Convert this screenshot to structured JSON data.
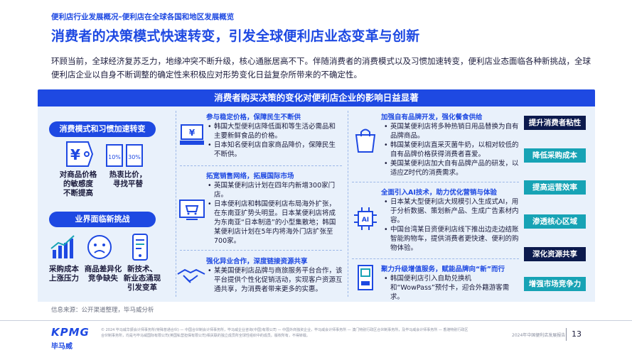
{
  "breadcrumb": "便利店行业发展概况–便利店在全球各国和地区发展概览",
  "title": "消费者的决策模式快速转变，引发全球便利店业态变革与创新",
  "intro": "环顾当前，全球经济复苏乏力，地缘冲突不断升级，核心通胀居高不下。伴随消费者的消费模式以及习惯加速转变，便利店业态面临各种新挑战，全球便利店企业以自身不断调整的确定性来积极应对形势变化日益复杂所带来的不确定性。",
  "panel_title": "消费者购买决策的变化对便利店企业的影响日益显著",
  "left": {
    "pill1": "消费模式和习惯加速转变",
    "pill2": "业界面临新挑战",
    "icon_labels_1": [
      "对商品价格\n的敏感度\n不断提高",
      "热衷比价，\n寻找平替"
    ],
    "icon_labels_2": [
      "采购成本\n上涨压力",
      "商品差异化\n竞争缺失",
      "新技术、\n新业态涌现\n引发变革"
    ],
    "price_tags": [
      "10%",
      "30%"
    ]
  },
  "middle": [
    {
      "title": "参与稳定价格，保障民生不断供",
      "bullets": [
        "韩国大型便利店降低面和等生活必需品和主要新鲜食品的价格。",
        "日本知名便利店自家商品降价，保障民生不断供。"
      ]
    },
    {
      "title": "拓宽销售网络，拓展国际市场",
      "bullets": [
        "英国某便利店计划在四年内新增300家门店。",
        "日本便利店和韩国便利店布局海外扩张，在东南亚扩势头明显。日本某便利店将成为东南亚“日本制造”的小型集散地；韩国某便利店计划在5年内将海外门店扩张至700家。"
      ]
    },
    {
      "title": "强化异业合作，深度链接资源共享",
      "bullets": [
        "某美国便利店品牌与商旅服务平台合作，该平台提供个性化促销活动，实现客户资源互通共享，为消费者带来更多的实惠。"
      ]
    }
  ],
  "right": [
    {
      "title": "加强自有品牌开发，强化餐食供给",
      "bullets": [
        "英国某便利店将多种热销日用品替换为自有品牌商品。",
        "韩国某便利店直采灭菌牛奶，以相对较低的自有品牌价格获得消费者喜爱。",
        "美国某便利店加大自有品牌产品的研发，以适应Z时代的消费需求。"
      ]
    },
    {
      "title": "全面引入AI技术，助力优化营销与体验",
      "bullets": [
        "日本某大型便利店大规模引入生成式AI，用于分析数据、策划新产品、生成广告素材内容。",
        "中国台湾某日资便利店线下推出边走边结账智能购物车，提供消费者更快速、便利的购物体验。"
      ]
    },
    {
      "title": "聚力升级增值服务，赋能品牌向“新”而行",
      "bullets": [
        "韩国便利店引入自助兑换机和“WowPass”预付卡，迎合外籍游客需求。"
      ]
    }
  ],
  "tags": [
    {
      "label": "提升消费者粘性",
      "color": "#0c1a4d"
    },
    {
      "label": "降低采购成本",
      "color": "#17a3b5"
    },
    {
      "label": "提高运营效率",
      "color": "#17a3b5"
    },
    {
      "label": "渗透核心区域",
      "color": "#17a3b5"
    },
    {
      "label": "深化资源共享",
      "color": "#0c1a4d"
    },
    {
      "label": "增强市场竞争力",
      "color": "#17a3b5"
    }
  ],
  "source": "信息来源：公开渠道整理，毕马威分析",
  "footer": {
    "logo": "KPMG",
    "logo_cn": "毕马威",
    "legal": "© 2024 毕马威华振会计师事务所(特殊普通合伙) — 中国合伙制会计师事务所，毕马威企业咨询(中国)有限公司 — 中国外商独资企业，毕马威会计师事务所 — 澳门特别行政区合伙制事务所，及毕马威会计师事务所 — 香港特别行政区合伙制事务所，均是与毕马威国际有限公司(英国私营担保有限公司)相关联的独立成员所全球性组织中的成员。版权所有，不得转载。",
    "report_name": "2024年中国便利店发展报告",
    "page": "13"
  }
}
